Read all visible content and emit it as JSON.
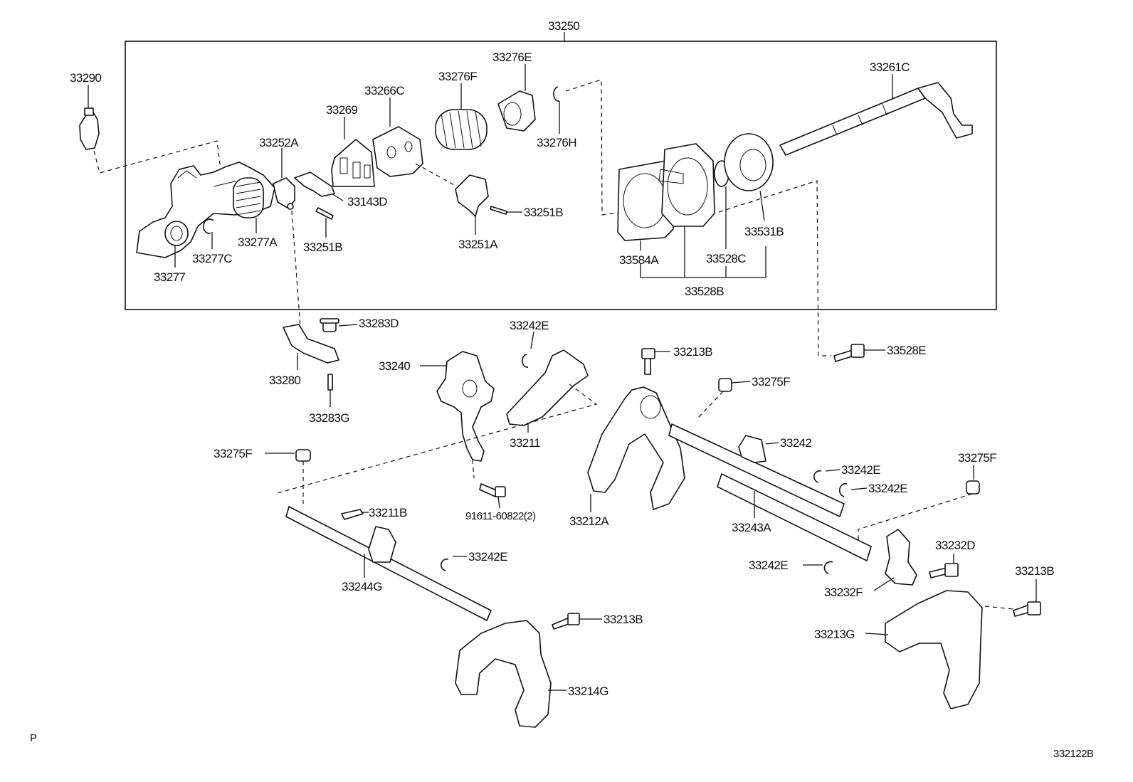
{
  "diagram_code": "332122B",
  "page_marker": "P",
  "group_label": "33250",
  "parts": {
    "p33290": "33290",
    "p33269": "33269",
    "p33266C": "33266C",
    "p33276F": "33276F",
    "p33276E": "33276E",
    "p33276H": "33276H",
    "p33261C": "33261C",
    "p33252A": "33252A",
    "p33143D": "33143D",
    "p33251B_a": "33251B",
    "p33251B_b": "33251B",
    "p33251A": "33251A",
    "p33277": "33277",
    "p33277C": "33277C",
    "p33277A": "33277A",
    "p33584A": "33584A",
    "p33528C": "33528C",
    "p33531B": "33531B",
    "p33528B": "33528B",
    "p33283D": "33283D",
    "p33280": "33280",
    "p33283G": "33283G",
    "p33242E_a": "33242E",
    "p33240": "33240",
    "p33211": "33211",
    "p33213B_a": "33213B",
    "p33528E": "33528E",
    "p33275F_a": "33275F",
    "p33275F_b": "33275F",
    "p33275F_c": "33275F",
    "p33242": "33242",
    "p33242E_b": "33242E",
    "p33242E_c": "33242E",
    "p33242E_d": "33242E",
    "p33242E_e": "33242E",
    "p91611": "91611-60822(2)",
    "p33211B": "33211B",
    "p33212A": "33212A",
    "p33243A": "33243A",
    "p33244G": "33244G",
    "p33232D": "33232D",
    "p33232F": "33232F",
    "p33213B_b": "33213B",
    "p33213B_c": "33213B",
    "p33213G": "33213G",
    "p33214G": "33214G"
  }
}
